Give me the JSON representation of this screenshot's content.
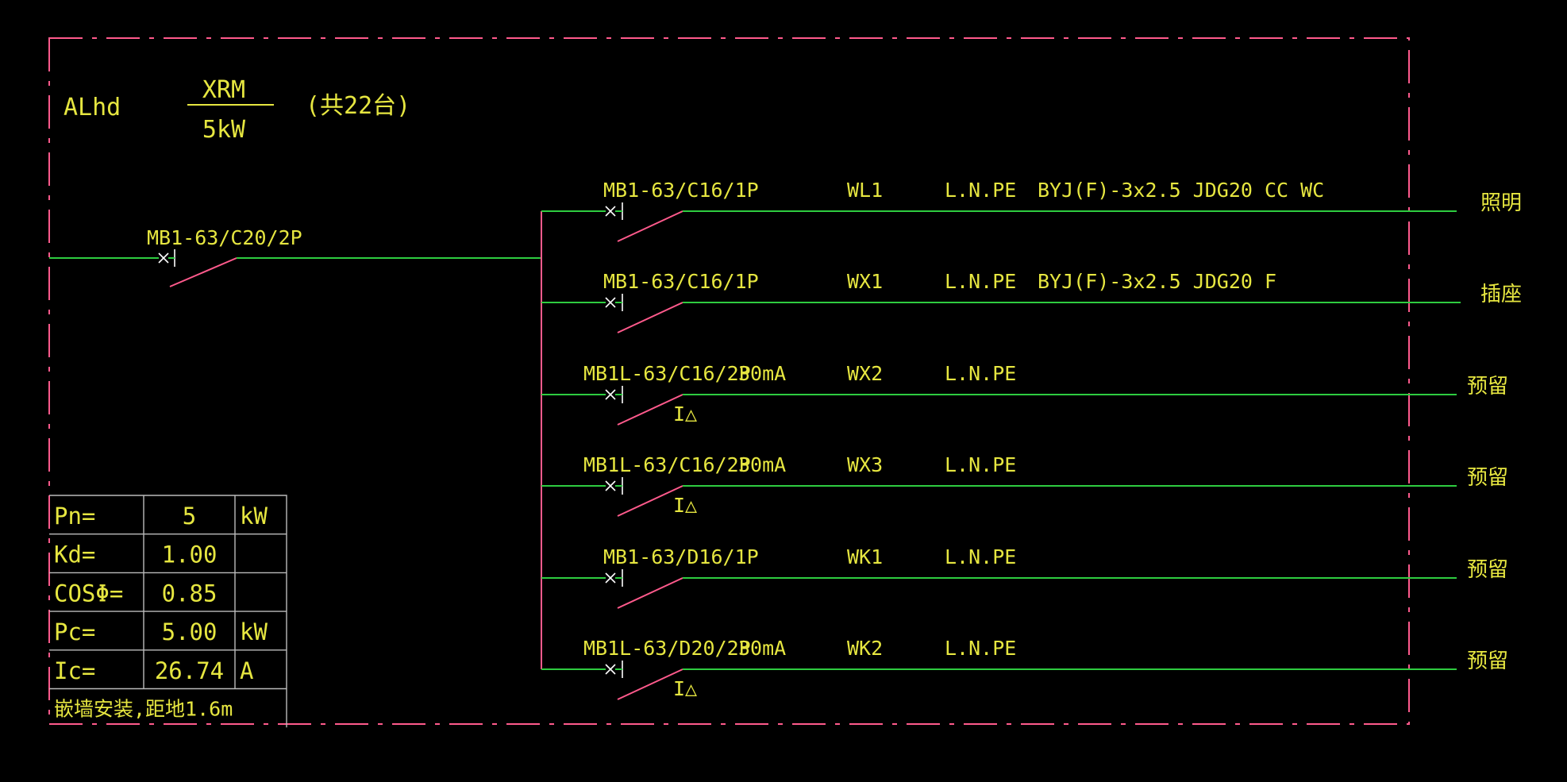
{
  "header": {
    "panel_code": "ALhd",
    "panel_type": "XRM",
    "panel_power": "5kW",
    "quantity": "(共22台)"
  },
  "main_breaker": {
    "model": "MB1-63/C20/2P"
  },
  "circuits": [
    {
      "breaker": "MB1-63/C16/1P",
      "rcd": "",
      "residual": false,
      "circuit": "WL1",
      "phases": "L.N.PE",
      "cable": "BYJ(F)-3x2.5 JDG20  CC WC",
      "destination": "照明"
    },
    {
      "breaker": "MB1-63/C16/1P",
      "rcd": "",
      "residual": false,
      "circuit": "WX1",
      "phases": "L.N.PE",
      "cable": "BYJ(F)-3x2.5 JDG20  F",
      "destination": "插座"
    },
    {
      "breaker": "MB1L-63/C16/2P",
      "rcd": "30mA",
      "residual": true,
      "circuit": "WX2",
      "phases": "L.N.PE",
      "cable": "",
      "destination": "预留"
    },
    {
      "breaker": "MB1L-63/C16/2P",
      "rcd": "30mA",
      "residual": true,
      "circuit": "WX3",
      "phases": "L.N.PE",
      "cable": "",
      "destination": "预留"
    },
    {
      "breaker": "MB1-63/D16/1P",
      "rcd": "",
      "residual": false,
      "circuit": "WK1",
      "phases": "L.N.PE",
      "cable": "",
      "destination": "预留"
    },
    {
      "breaker": "MB1L-63/D20/2P",
      "rcd": "30mA",
      "residual": true,
      "circuit": "WK2",
      "phases": "L.N.PE",
      "cable": "",
      "destination": "预留"
    }
  ],
  "residual_symbol": "I△",
  "load_table": {
    "rows": [
      {
        "label": "Pn=",
        "value": "5",
        "unit": "kW"
      },
      {
        "label": "Kd=",
        "value": "1.00",
        "unit": ""
      },
      {
        "label": "COSΦ=",
        "value": "0.85",
        "unit": ""
      },
      {
        "label": "Pc=",
        "value": "5.00",
        "unit": "kW"
      },
      {
        "label": "Ic=",
        "value": "26.74",
        "unit": "A"
      }
    ],
    "note": "嵌墙安装,距地1.6m"
  },
  "colors": {
    "background": "#000000",
    "text": "#e6e640",
    "wire": "#2ecc40",
    "bus_and_border": "#ff5a8c",
    "mark": "#ffffff",
    "table_lines": "#bbbbbb"
  }
}
